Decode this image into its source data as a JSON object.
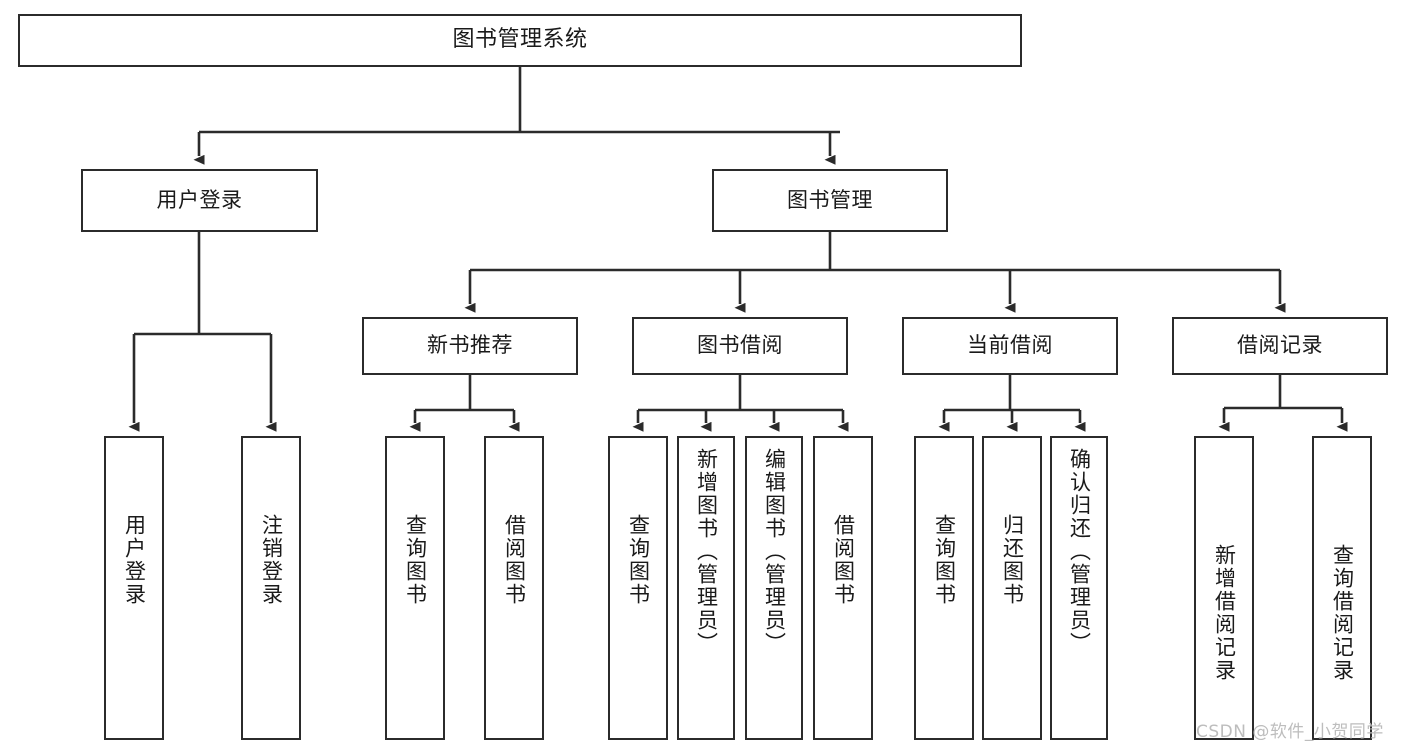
{
  "diagram": {
    "title": "图书管理系统",
    "type": "tree",
    "stroke_color": "#2b2b2b",
    "fill_color": "#ffffff",
    "text_color": "#1a1a1a"
  },
  "nodes": {
    "root": {
      "label": "图书管理系统"
    },
    "level2": [
      {
        "id": "user-login",
        "label": "用户登录"
      },
      {
        "id": "book-manage",
        "label": "图书管理"
      }
    ],
    "level3": [
      {
        "id": "new-book-rec",
        "label": "新书推荐"
      },
      {
        "id": "book-borrow",
        "label": "图书借阅"
      },
      {
        "id": "current-borrow",
        "label": "当前借阅"
      },
      {
        "id": "borrow-record",
        "label": "借阅记录"
      }
    ],
    "leaves": {
      "user_login": [
        {
          "id": "leaf-user-login",
          "label": "用户登录"
        },
        {
          "id": "leaf-logout",
          "label": "注销登录"
        }
      ],
      "new_book_rec": [
        {
          "id": "leaf-query-book-1",
          "label": "查询图书"
        },
        {
          "id": "leaf-borrow-book-1",
          "label": "借阅图书"
        }
      ],
      "book_borrow": [
        {
          "id": "leaf-query-book-2",
          "label": "查询图书"
        },
        {
          "id": "leaf-add-book",
          "label": "新增图书（管理员）"
        },
        {
          "id": "leaf-edit-book",
          "label": "编辑图书（管理员）"
        },
        {
          "id": "leaf-borrow-book-2",
          "label": "借阅图书"
        }
      ],
      "current_borrow": [
        {
          "id": "leaf-query-book-3",
          "label": "查询图书"
        },
        {
          "id": "leaf-return-book",
          "label": "归还图书"
        },
        {
          "id": "leaf-confirm-return",
          "label": "确认归还（管理员）"
        }
      ],
      "borrow_record": [
        {
          "id": "leaf-add-record",
          "label": "新增借阅记录"
        },
        {
          "id": "leaf-query-record",
          "label": "查询借阅记录"
        }
      ]
    }
  },
  "watermark": {
    "text": "CSDN @软件_小贺同学"
  }
}
